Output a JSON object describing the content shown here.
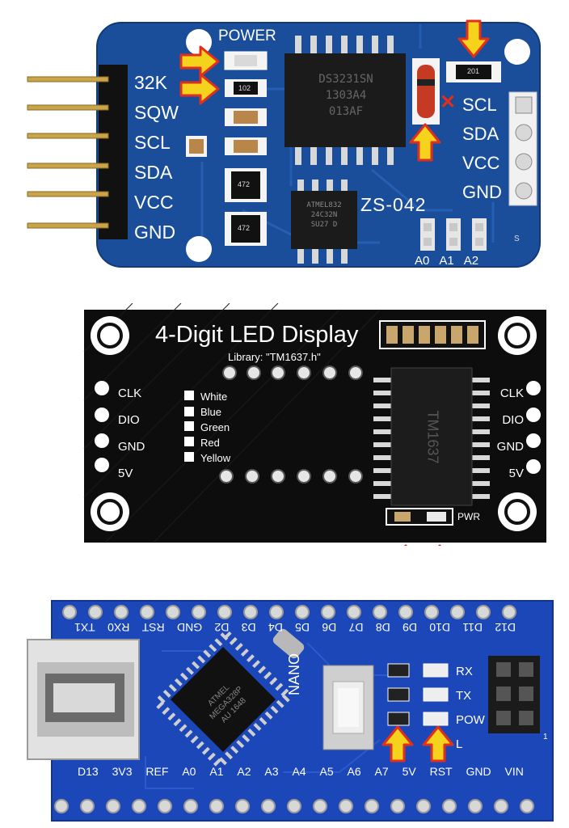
{
  "rtc": {
    "power": "POWER",
    "left_pins": [
      "32K",
      "SQW",
      "SCL",
      "SDA",
      "VCC",
      "GND"
    ],
    "right_pins": [
      "SCL",
      "SDA",
      "VCC",
      "GND"
    ],
    "chip_lines": [
      "DS3231SN",
      "1303A4",
      "013AF"
    ],
    "eeprom_lines": [
      "ATMEL832",
      "24C32N",
      "SU27 D"
    ],
    "model": "ZS-042",
    "addr": [
      "A0",
      "A1",
      "A2"
    ],
    "resistor_top": "201",
    "resistor_power": "102",
    "resistor_net1": "472",
    "resistor_net2": "472",
    "s_mark": "S",
    "x_mark": "✕"
  },
  "led": {
    "title": "4-Digit LED Display",
    "library": "Library: \"TM1637.h\"",
    "left_pins": [
      "CLK",
      "DIO",
      "GND",
      "5V"
    ],
    "right_pins": [
      "CLK",
      "DIO",
      "GND",
      "5V"
    ],
    "colors": [
      "White",
      "Blue",
      "Green",
      "Red",
      "Yellow"
    ],
    "pwr": "PWR",
    "chip_text": "TM1637"
  },
  "nano": {
    "top_pins": [
      "D12",
      "D11",
      "D10",
      "D9",
      "D8",
      "D7",
      "D6",
      "D5",
      "D4",
      "D3",
      "D2",
      "GND",
      "RST",
      "RX0",
      "TX1"
    ],
    "bottom_pins": [
      "D13",
      "3V3",
      "REF",
      "A0",
      "A1",
      "A2",
      "A3",
      "A4",
      "A5",
      "A6",
      "A7",
      "5V",
      "RST",
      "GND",
      "VIN"
    ],
    "leds": [
      "RX",
      "TX",
      "POW",
      "L"
    ],
    "name": "NANO",
    "mcu_lines": [
      "ATMEL",
      "MEGA328P",
      "AU 1648"
    ],
    "header_num": "1"
  },
  "colors": {
    "rtc_board": "#1a4e9a",
    "led_board": "#0d0d0d",
    "nano_board": "#1c47b8",
    "arrow_fill": "#f5d21c",
    "arrow_stroke": "#e0301c"
  }
}
